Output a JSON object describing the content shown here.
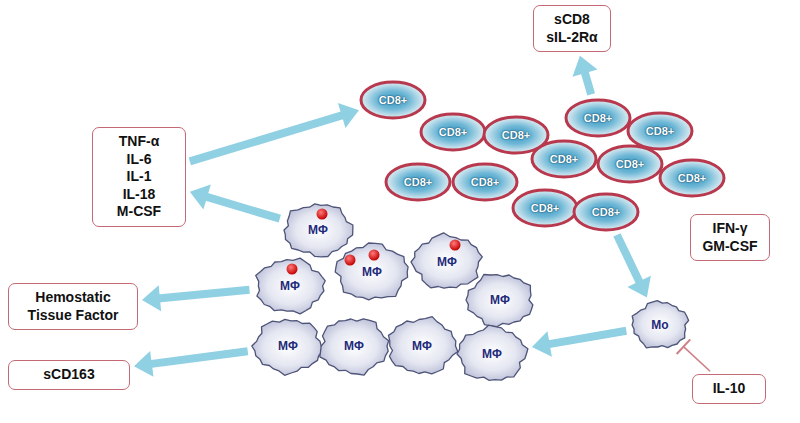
{
  "diagram": {
    "nodes": [
      {
        "text": [
          "sCD8 sIL-2Rα"
        ]
      },
      {
        "text": [
          "TNF-α IL-6 IL-1 IL-18 M-CSF"
        ]
      },
      {
        "text": [
          "CD8+"
        ]
      },
      {
        "text": [
          "CD8+"
        ]
      },
      {
        "text": [
          "CD8+"
        ]
      },
      {
        "text": [
          "CD8+"
        ]
      },
      {
        "text": [
          "CD8+"
        ]
      },
      {
        "text": [
          "CD8+"
        ]
      },
      {
        "text": [
          "CD8+"
        ]
      },
      {
        "text": [
          "CD8+"
        ]
      },
      {
        "text": [
          "CD8+"
        ]
      },
      {
        "text": [
          "CD8+"
        ]
      },
      {
        "text": [
          "CD8+"
        ]
      },
      {
        "text": [
          "CD8+"
        ]
      },
      {
        "text": [
          "IFN-γ GM-CSF"
        ]
      },
      {
        "text": [
          "MΦ"
        ]
      },
      {
        "text": [
          "MΦ"
        ]
      },
      {
        "text": [
          "MΦ"
        ]
      },
      {
        "text": [
          "MΦ"
        ]
      },
      {
        "text": [
          "MΦ"
        ]
      },
      {
        "text": [
          "MΦ"
        ]
      },
      {
        "text": [
          "MΦ"
        ]
      },
      {
        "text": [
          "MΦ"
        ]
      },
      {
        "text": [
          "MΦ"
        ]
      },
      {
        "text": [
          "Hemostatic Tissue Factor"
        ]
      },
      {
        "text": [
          "Mo"
        ]
      },
      {
        "text": [
          "sCD163"
        ]
      },
      {
        "text": [
          "IL-10"
        ]
      }
    ],
    "edges": [
      {
        "from": 3,
        "to": 0,
        "arrow": "to"
      },
      {
        "from": 1,
        "to": 2,
        "arrow": "to"
      },
      {
        "from": 15,
        "to": 1,
        "arrow": "to"
      },
      {
        "from": 16,
        "to": 24,
        "arrow": "to"
      },
      {
        "from": 20,
        "to": 26,
        "arrow": "to"
      },
      {
        "from": 13,
        "to": 25,
        "arrow": "to"
      },
      {
        "from": 25,
        "to": 23,
        "arrow": "to"
      },
      {
        "from": 27,
        "to": 25,
        "arrow": "to"
      }
    ]
  }
}
